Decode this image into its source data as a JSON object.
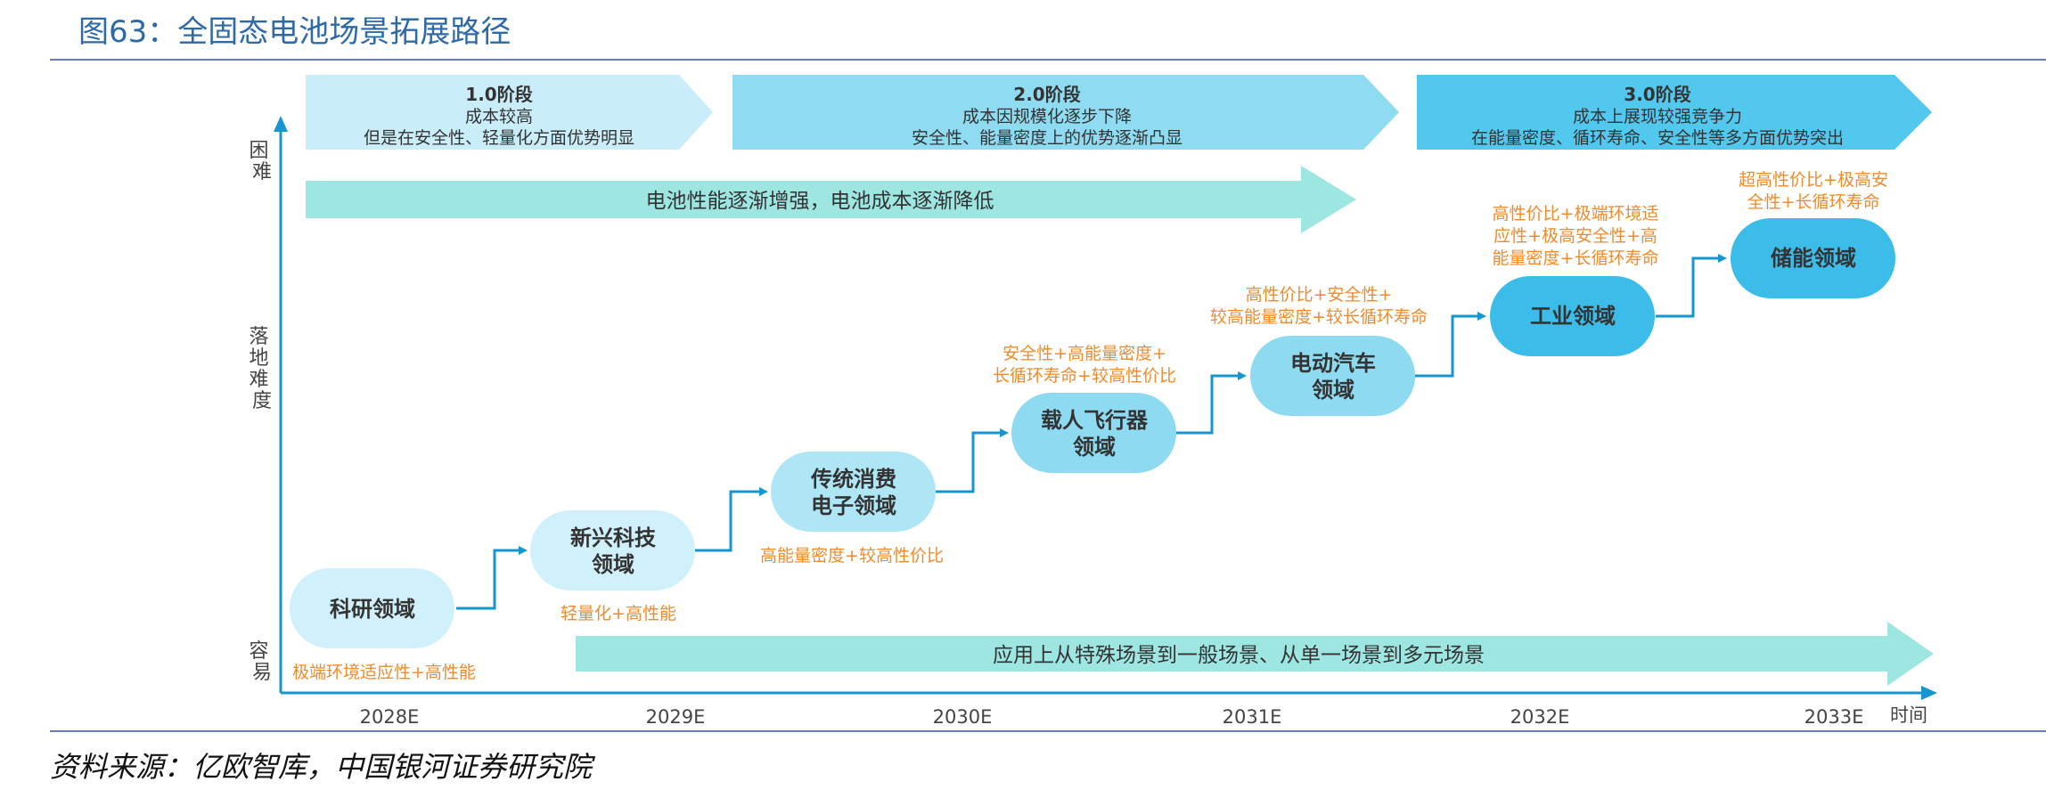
{
  "title": "图63：全固态电池场景拓展路径",
  "source": "资料来源：亿欧智库，中国银河证券研究院",
  "colors": {
    "stage1": "#c9eefa",
    "stage2": "#8fdcf2",
    "stage3": "#52c8ee",
    "trend": "#9ee6e2",
    "axis": "#1596cf",
    "orange": "#ef8b2c",
    "node_light": "#d0f1fb",
    "node_mid": "#8ddaf1",
    "node_dark": "#3cbde9"
  },
  "stages": [
    {
      "title": "1.0阶段",
      "line1": "成本较高",
      "line2": "但是在安全性、轻量化方面优势明显"
    },
    {
      "title": "2.0阶段",
      "line1": "成本因规模化逐步下降",
      "line2": "安全性、能量密度上的优势逐渐凸显"
    },
    {
      "title": "3.0阶段",
      "line1": "成本上展现较强竞争力",
      "line2": "在能量密度、循环寿命、安全性等多方面优势突出"
    }
  ],
  "trend_top": "电池性能逐渐增强，电池成本逐渐降低",
  "trend_bottom": "应用上从特殊场景到一般场景、从单一场景到多元场景",
  "y_axis": {
    "top": "困难",
    "middle": "落地难度",
    "bottom": "容易"
  },
  "x_axis": {
    "ticks": [
      "2028E",
      "2029E",
      "2030E",
      "2031E",
      "2032E",
      "2033E"
    ],
    "label": "时间"
  },
  "nodes": [
    {
      "line1": "科研领域",
      "line2": ""
    },
    {
      "line1": "新兴科技",
      "line2": "领域"
    },
    {
      "line1": "传统消费",
      "line2": "电子领域"
    },
    {
      "line1": "载人飞行器",
      "line2": "领域"
    },
    {
      "line1": "电动汽车",
      "line2": "领域"
    },
    {
      "line1": "工业领域",
      "line2": ""
    },
    {
      "line1": "储能领域",
      "line2": ""
    }
  ],
  "notes": [
    {
      "lines": [
        "极端环境适应性+高性能"
      ]
    },
    {
      "lines": [
        "轻量化+高性能"
      ]
    },
    {
      "lines": [
        "高能量密度+较高性价比"
      ]
    },
    {
      "lines": [
        "安全性+高能量密度+",
        "长循环寿命+较高性价比"
      ]
    },
    {
      "lines": [
        "高性价比+安全性+",
        "较高能量密度+较长循环寿命"
      ]
    },
    {
      "lines": [
        "高性价比+极端环境适",
        "应性+极高安全性+高",
        "能量密度+长循环寿命"
      ]
    },
    {
      "lines": [
        "超高性价比+极高安",
        "全性+长循环寿命"
      ]
    }
  ]
}
